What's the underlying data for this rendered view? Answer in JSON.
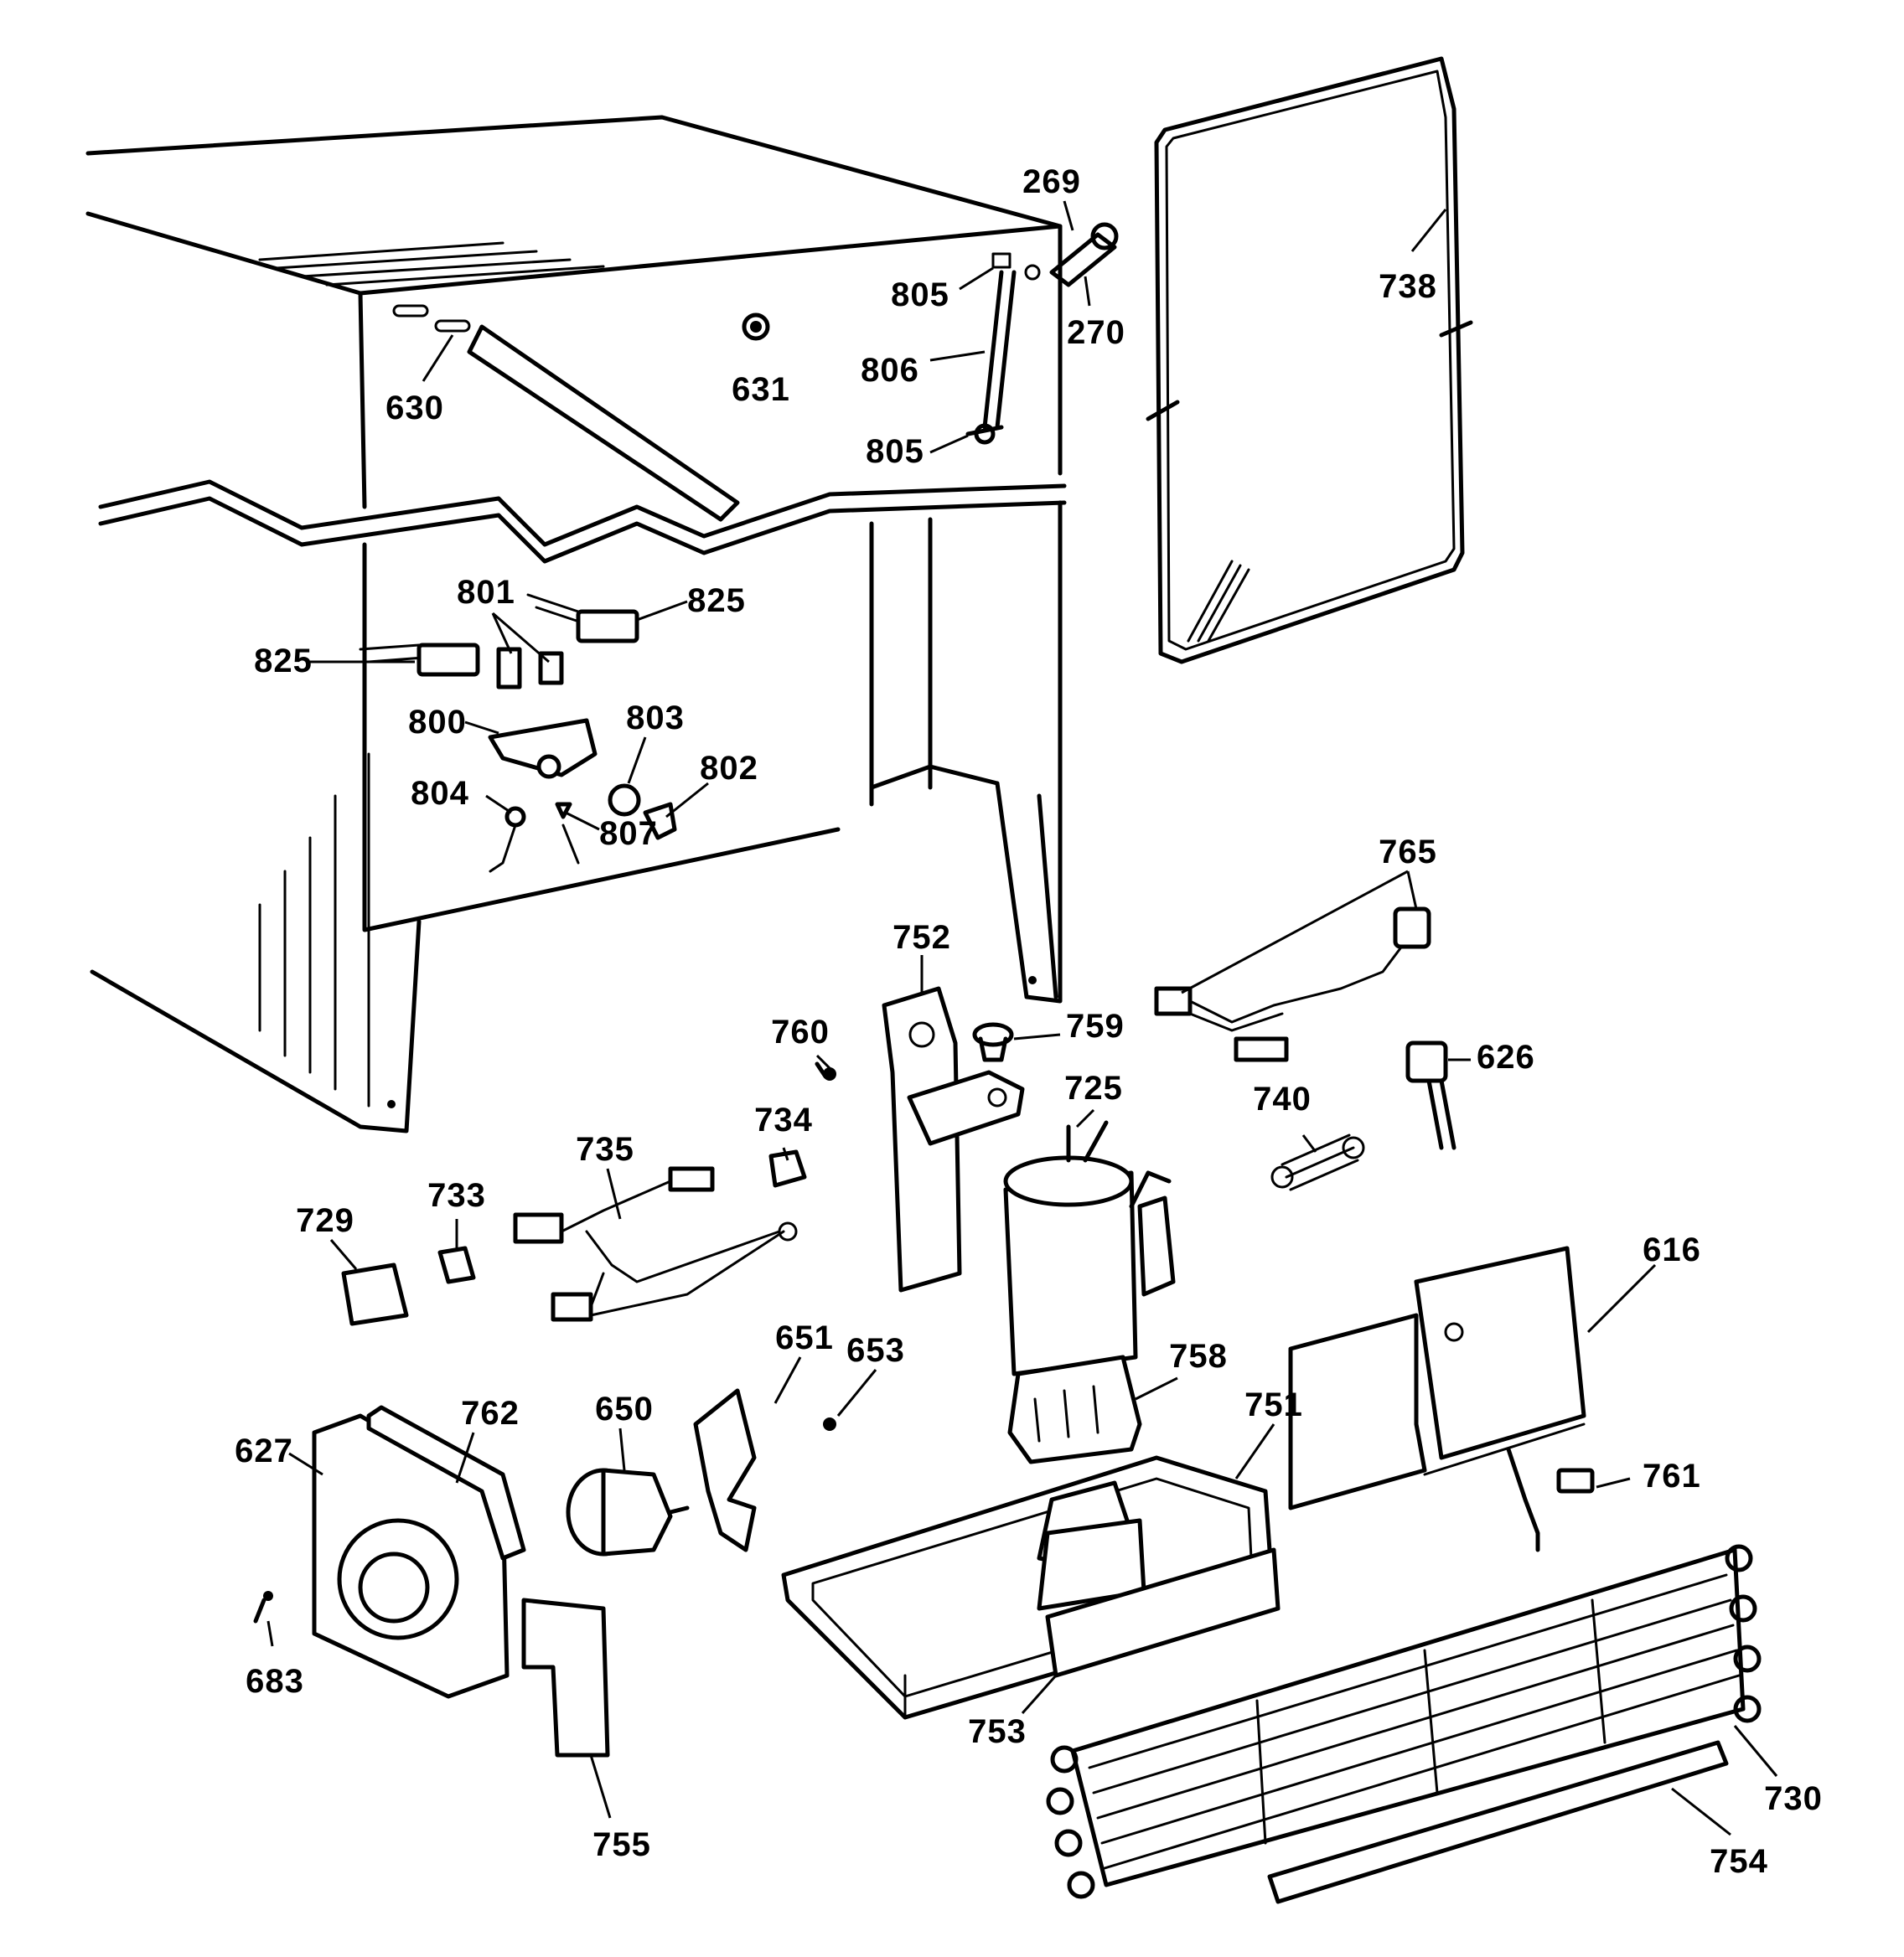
{
  "diagram": {
    "labels": {
      "p269": "269",
      "p270": "270",
      "p805a": "805",
      "p806": "806",
      "p805b": "805",
      "p631": "631",
      "p630": "630",
      "p738": "738",
      "p801": "801",
      "p825a": "825",
      "p825b": "825",
      "p800": "800",
      "p803": "803",
      "p802": "802",
      "p804": "804",
      "p807": "807",
      "p765": "765",
      "p752": "752",
      "p760": "760",
      "p759": "759",
      "p626": "626",
      "p725": "725",
      "p740": "740",
      "p734": "734",
      "p735": "735",
      "p733": "733",
      "p729": "729",
      "p616": "616",
      "p651": "651",
      "p653": "653",
      "p758": "758",
      "p650": "650",
      "p751": "751",
      "p761": "761",
      "p762": "762",
      "p627": "627",
      "p683": "683",
      "p753": "753",
      "p730": "730",
      "p755": "755",
      "p754": "754"
    }
  }
}
